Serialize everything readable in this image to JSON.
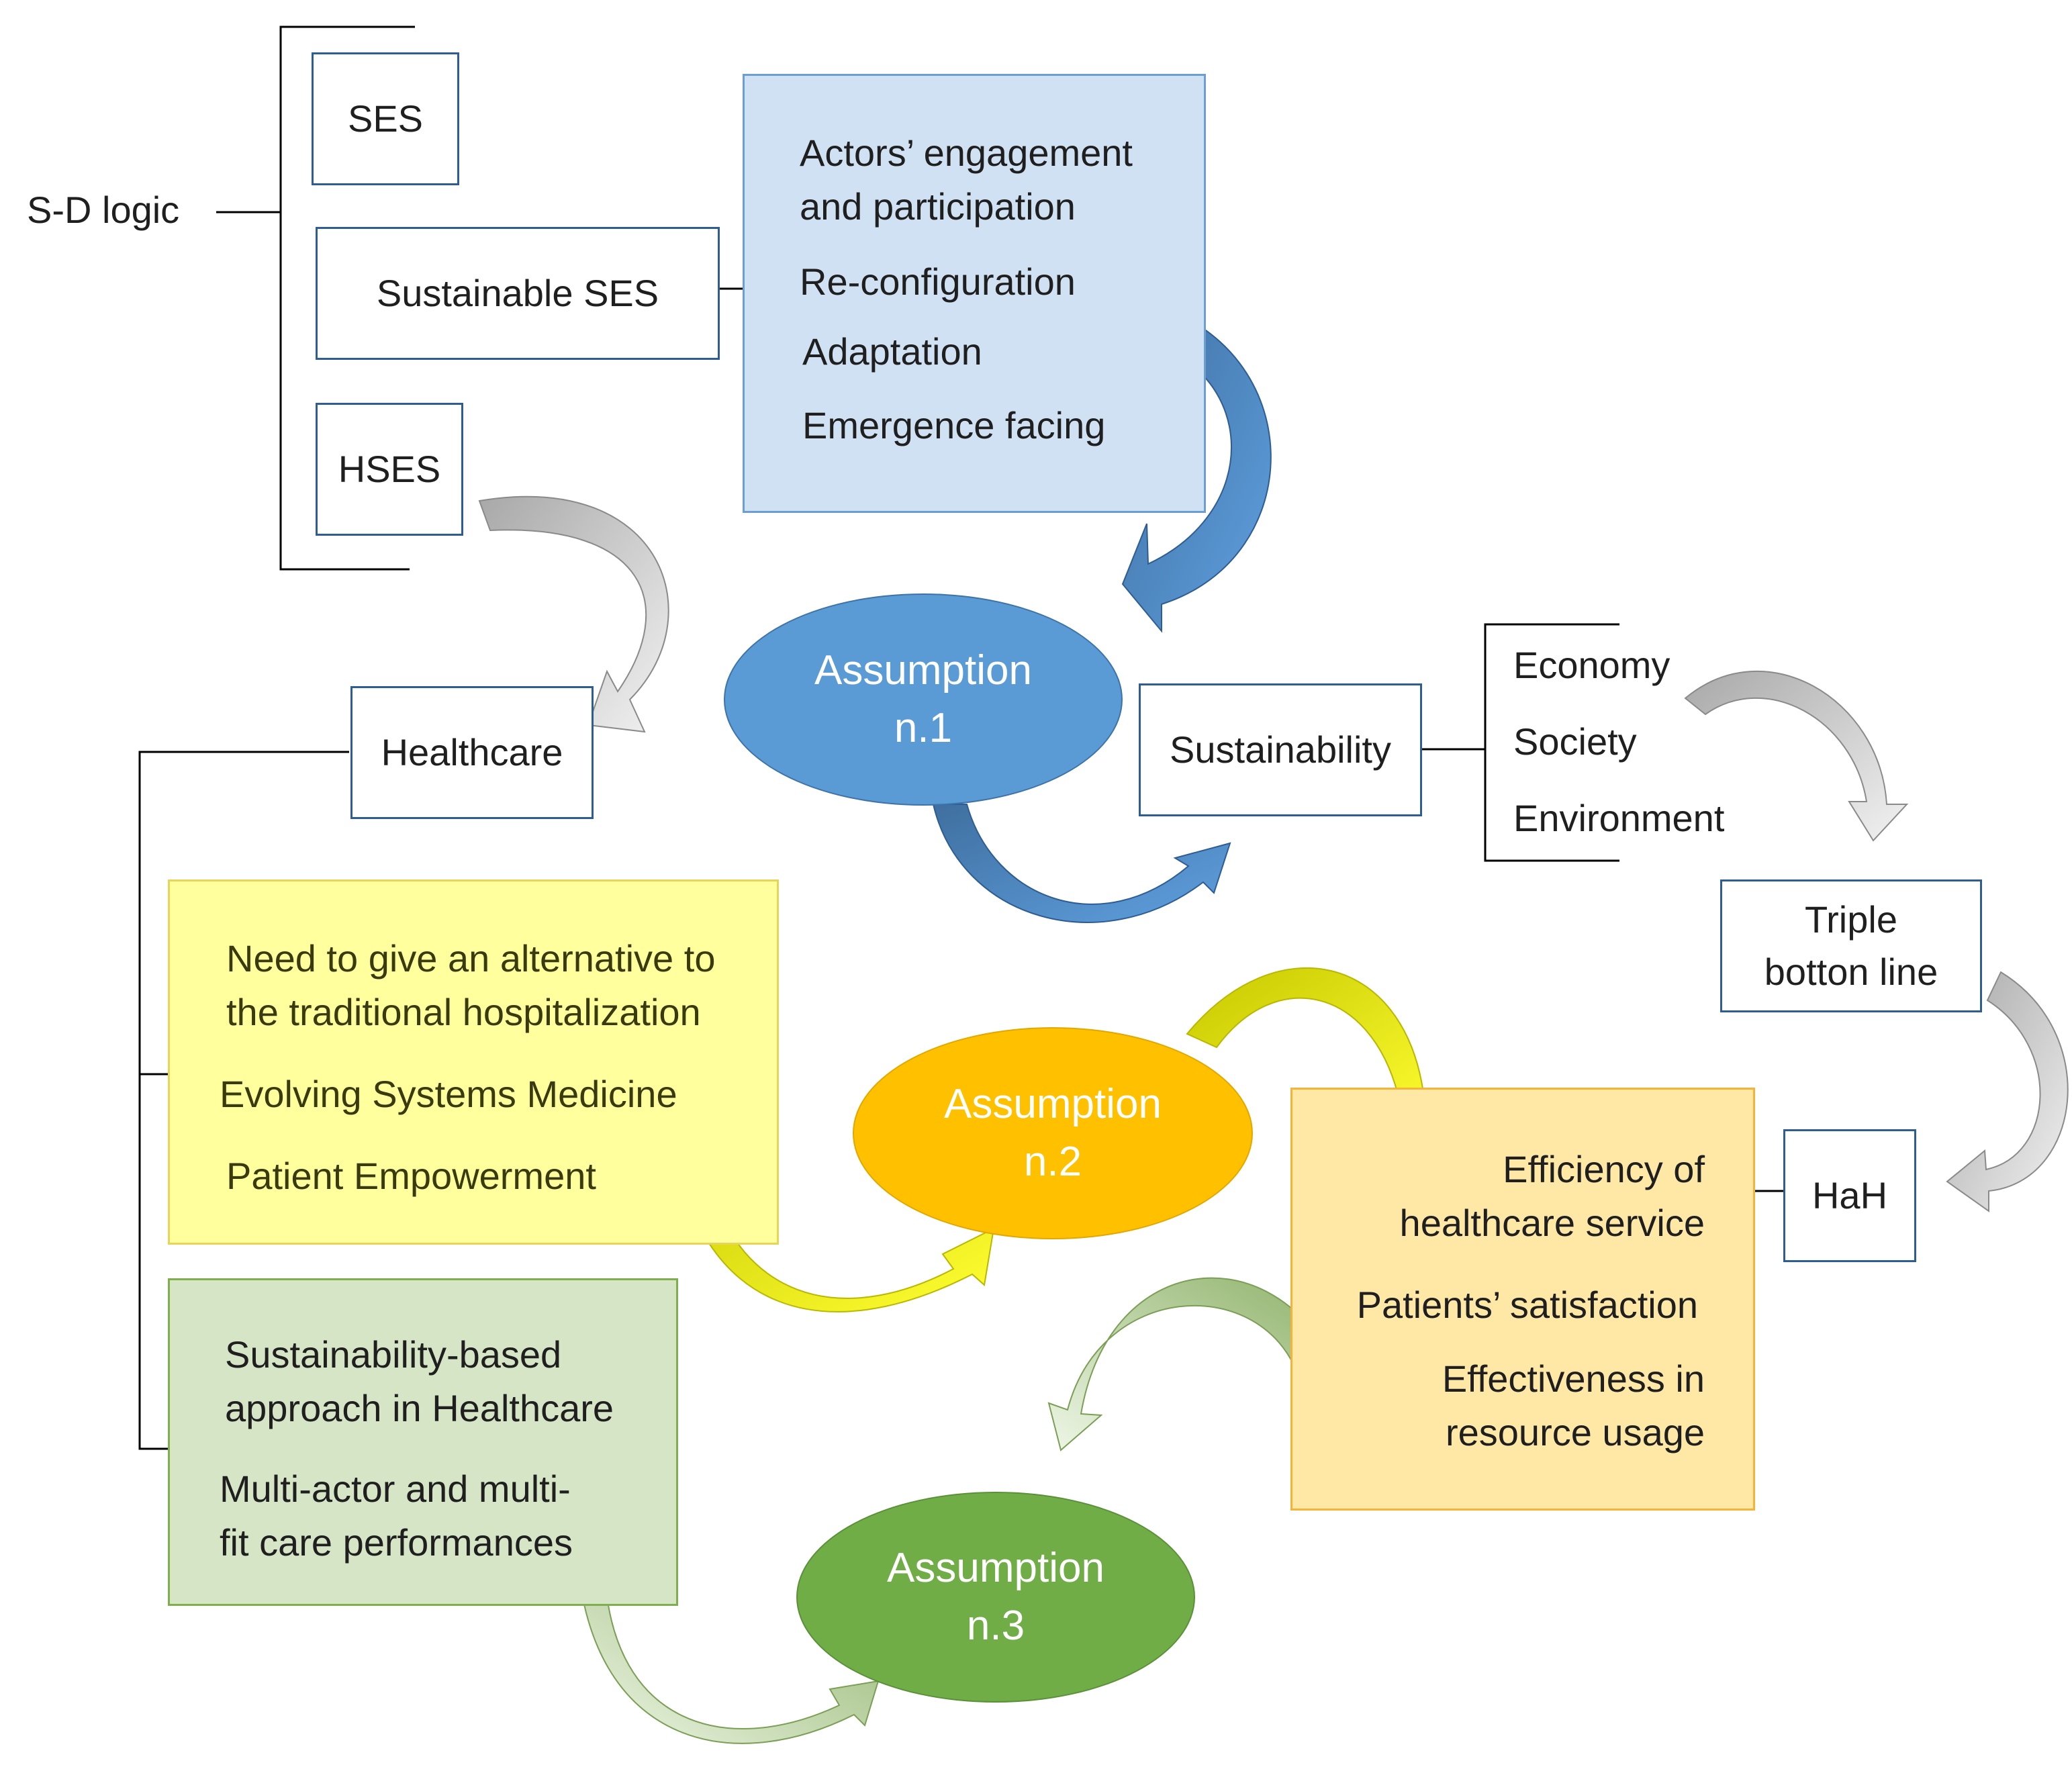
{
  "root": {
    "label": "S-D logic"
  },
  "sd_boxes": [
    {
      "label": "SES"
    },
    {
      "label": "Sustainable SES"
    },
    {
      "label": "HSES"
    }
  ],
  "blue_panel": {
    "items": [
      "Actors’ engagement",
      "and participation",
      "Re-configuration",
      "Adaptation",
      "Emergence facing"
    ]
  },
  "healthcare": {
    "label": "Healthcare"
  },
  "yellow_panel": {
    "items": [
      "Need to give an alternative to",
      "the traditional hospitalization",
      "Evolving Systems Medicine",
      "Patient Empowerment"
    ]
  },
  "green_panel": {
    "items": [
      "Sustainability-based",
      "approach in Healthcare",
      "Multi-actor and multi-",
      "fit care performances"
    ]
  },
  "assumptions": [
    {
      "line1": "Assumption",
      "line2": "n.1",
      "color": "#5b9bd5"
    },
    {
      "line1": "Assumption",
      "line2": "n.2",
      "color": "#ffc000"
    },
    {
      "line1": "Assumption",
      "line2": "n.3",
      "color": "#70ad47"
    }
  ],
  "sustainability": {
    "label": "Sustainability",
    "items": [
      "Economy",
      "Society",
      "Environment"
    ]
  },
  "triple": {
    "line1": "Triple",
    "line2": "botton line"
  },
  "hah": {
    "label": "HaH"
  },
  "orange_panel": {
    "items": [
      "Efficiency of",
      "healthcare service",
      "Patients’ satisfaction",
      "Effectiveness in",
      "resource usage"
    ]
  },
  "colors": {
    "box_border": "#2e5d93",
    "blue_arrow": "#4a7ebb",
    "gray_arrow": "#bdbdbd",
    "yellow_arrow": "#ffff40",
    "green_arrow": "#a9c98a"
  }
}
